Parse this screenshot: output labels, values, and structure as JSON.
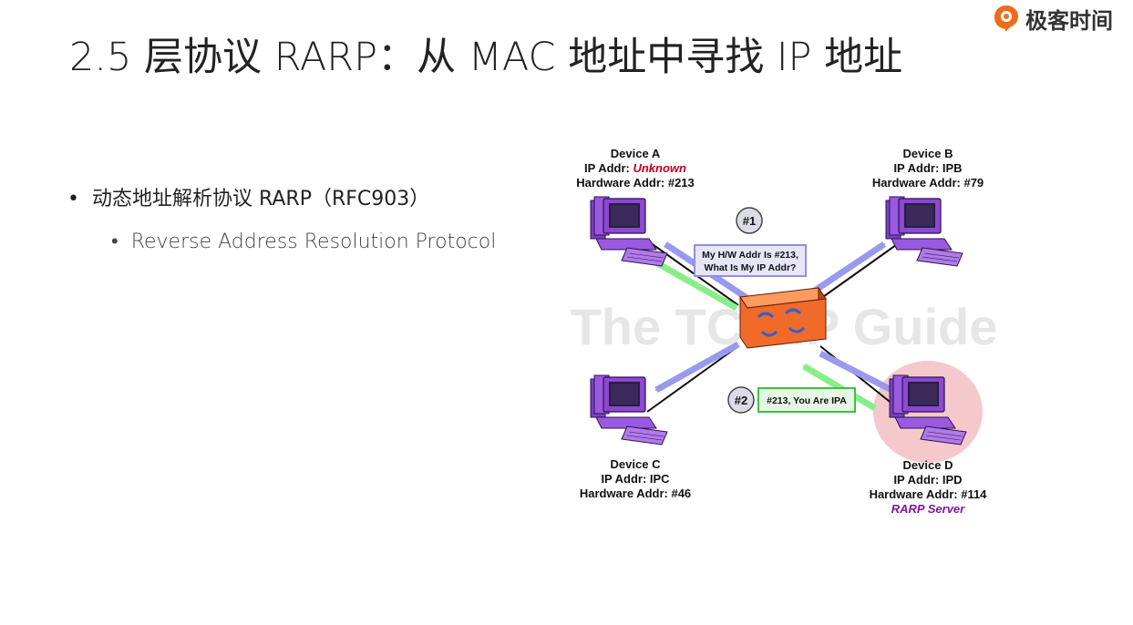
{
  "slide": {
    "title": "2.5 层协议 RARP：从 MAC 地址中寻找 IP 地址",
    "brand": "极客时间"
  },
  "bullets": [
    {
      "text": "动态地址解析协议 RARP（RFC903）"
    },
    {
      "text": "Reverse Address Resolution Protocol"
    }
  ],
  "diagram": {
    "watermark": "The TCP/IP Guide",
    "devices": {
      "a": {
        "name": "Device A",
        "ip_label": "IP Addr: ",
        "ip_value": "Unknown",
        "hw": "Hardware Addr: #213"
      },
      "b": {
        "name": "Device B",
        "ip_label": "IP Addr: ",
        "ip_value": "IPB",
        "hw": "Hardware Addr: #79"
      },
      "c": {
        "name": "Device C",
        "ip_label": "IP Addr: ",
        "ip_value": "IPC",
        "hw": "Hardware Addr: #46"
      },
      "d": {
        "name": "Device D",
        "ip_label": "IP Addr: ",
        "ip_value": "IPD",
        "hw": "Hardware Addr: #114",
        "role": "RARP Server"
      }
    },
    "step1": {
      "badge": "#1",
      "line1": "My H/W Addr Is #213,",
      "line2": "What Is My IP Addr?"
    },
    "step2": {
      "badge": "#2",
      "text": "#213, You Are IPA"
    },
    "colors": {
      "request": "#9999ee",
      "reply": "#88ee88",
      "switch": "#f06a2a",
      "pc": "#8a4ad0",
      "server_halo": "#f5c8cc",
      "unknown": "#c00020",
      "server": "#7a1a9a"
    }
  }
}
